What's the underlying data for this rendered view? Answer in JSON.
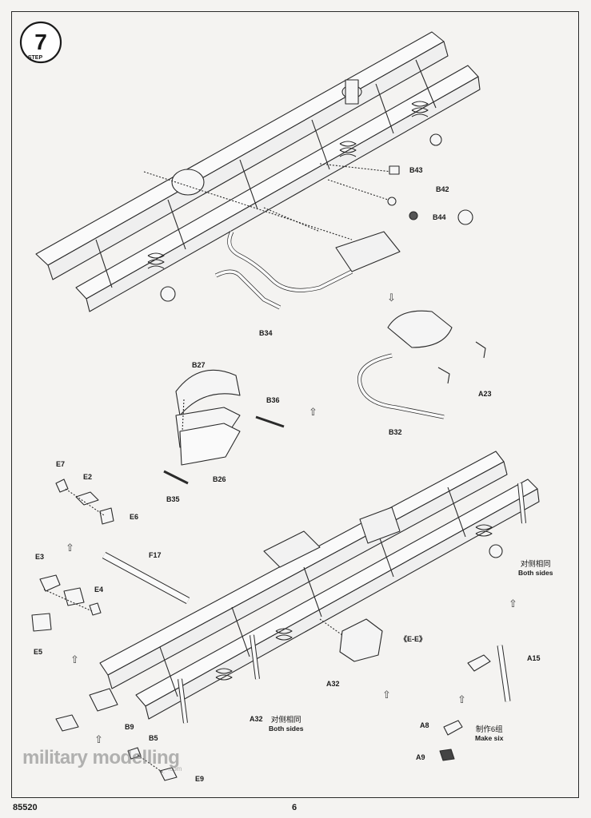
{
  "step": {
    "label": "STEP",
    "number": "7"
  },
  "footer": {
    "kit_code": "85520",
    "page_number": "6"
  },
  "watermark": {
    "text": "military modelling",
    "sub": ".com"
  },
  "labels": {
    "b43": "B43",
    "b42": "B42",
    "b44": "B44",
    "b34": "B34",
    "b27": "B27",
    "b36": "B36",
    "b26": "B26",
    "b35": "B35",
    "a23": "A23",
    "b32": "B32",
    "e7": "E7",
    "e2": "E2",
    "e6": "E6",
    "e3": "E3",
    "e4": "E4",
    "e5": "E5",
    "f17": "F17",
    "a32a": "A32",
    "a32b": "A32",
    "a15": "A15",
    "b9": "B9",
    "b5": "B5",
    "e9": "E9",
    "a8": "A8",
    "a9": "A9",
    "ee_callout": "《E-E》"
  },
  "notes": {
    "both_sides_cn_1": "对侧相同",
    "both_sides_en_1": "Both sides",
    "both_sides_cn_2": "对侧相同",
    "both_sides_en_2": "Both sides",
    "make_six_cn": "制作6组",
    "make_six_en": "Make six"
  },
  "icons": [
    "step-badge-icon",
    "glue-icon",
    "direction-arrow-icon"
  ]
}
